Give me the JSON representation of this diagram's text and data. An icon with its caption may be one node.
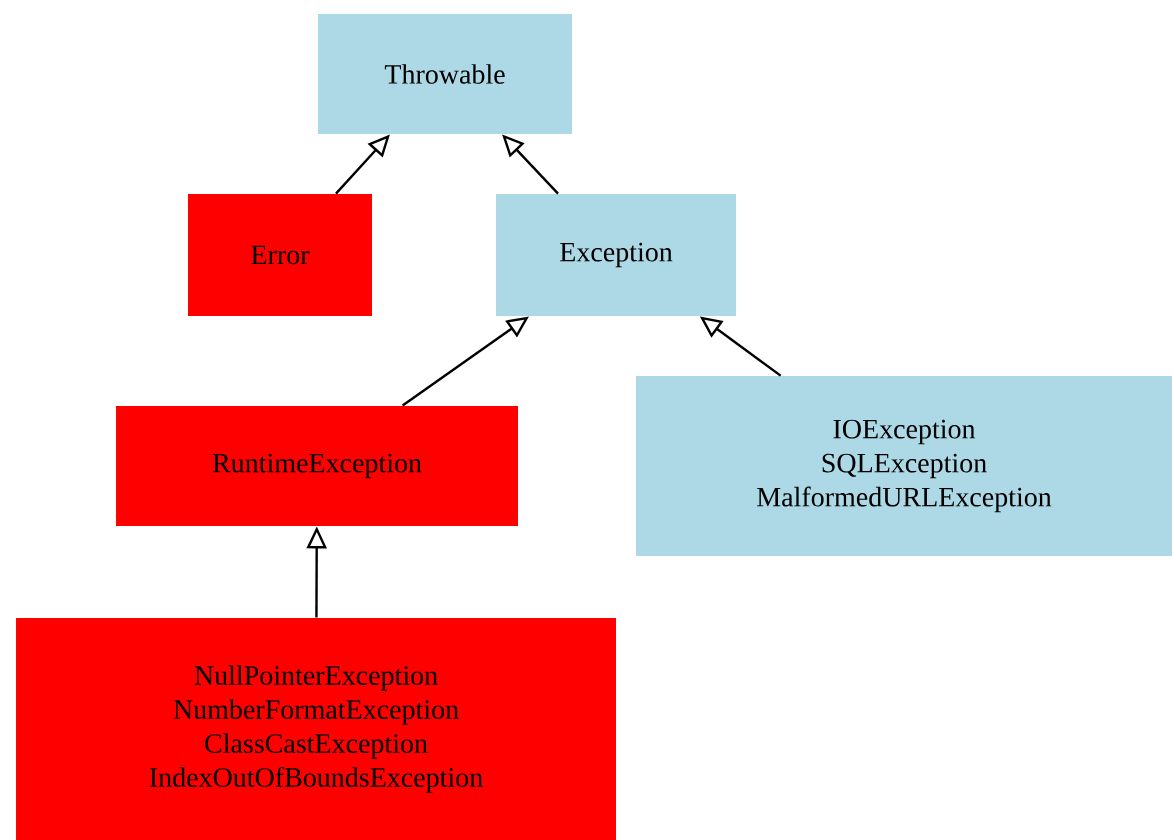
{
  "diagram": {
    "nodes": [
      {
        "text": [
          "Throwable"
        ]
      },
      {
        "text": [
          "Error"
        ]
      },
      {
        "text": [
          "Exception"
        ]
      },
      {
        "text": [
          "RuntimeException"
        ]
      },
      {
        "text": [
          "IOException",
          "SQLException",
          "MalformedURLException"
        ]
      },
      {
        "text": [
          "NullPointerException",
          "NumberFormatException",
          "ClassCastException",
          "IndexOutOfBoundsException"
        ]
      }
    ],
    "edges": [
      {
        "from": 1,
        "to": 0,
        "arrow": "to"
      },
      {
        "from": 2,
        "to": 0,
        "arrow": "to"
      },
      {
        "from": 3,
        "to": 2,
        "arrow": "to"
      },
      {
        "from": 4,
        "to": 2,
        "arrow": "to"
      },
      {
        "from": 5,
        "to": 3,
        "arrow": "to"
      }
    ]
  }
}
